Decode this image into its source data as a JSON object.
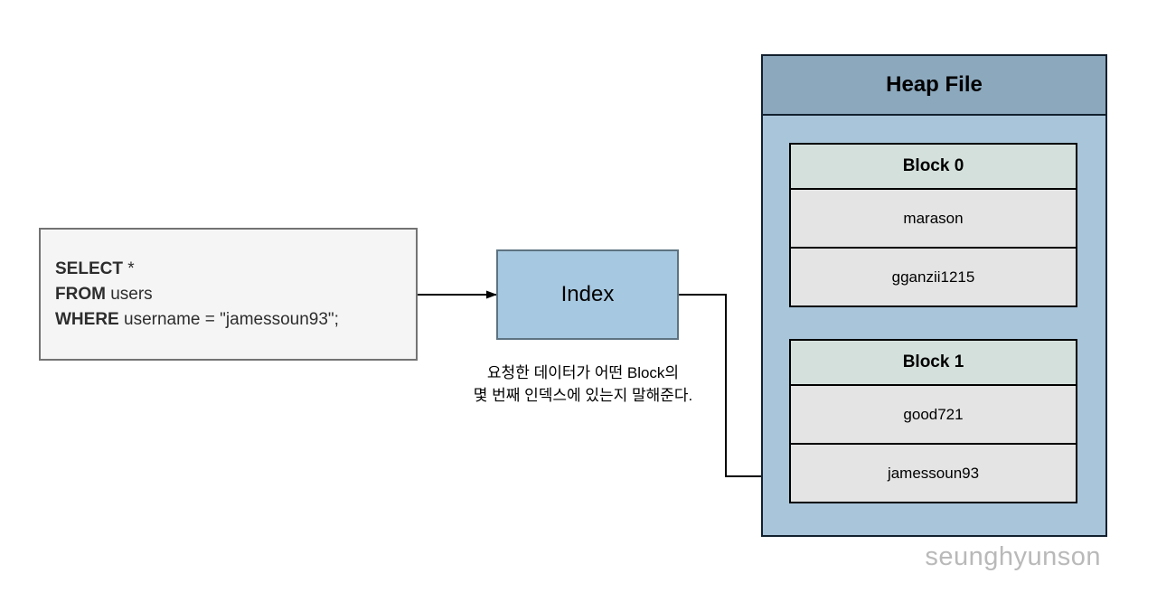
{
  "colors": {
    "sql_box_bg": "#f5f5f5",
    "sql_box_border": "#737373",
    "index_box_bg": "#a6c8e0",
    "index_box_border": "#5d7382",
    "heap_header_bg": "#8ca8bd",
    "heap_body_bg": "#a9c5da",
    "heap_border": "#12202e",
    "block_header_bg": "#d4e0dc",
    "block_row_bg": "#e4e4e4",
    "block_border": "#000000",
    "watermark_color": "#b9b9b9",
    "arrow_color": "#000000"
  },
  "query_box": {
    "lines": [
      {
        "keyword": "SELECT",
        "rest": " *"
      },
      {
        "keyword": "FROM",
        "rest": " users"
      },
      {
        "keyword": "WHERE",
        "rest": " username = \"jamessoun93\";"
      }
    ]
  },
  "index_box": {
    "label": "Index"
  },
  "index_caption": {
    "line1": "요청한 데이터가 어떤 Block의",
    "line2": "몇 번째 인덱스에 있는지 말해준다."
  },
  "heap_file": {
    "title": "Heap File",
    "blocks": [
      {
        "title": "Block 0",
        "rows": [
          "marason",
          "gganzii1215"
        ]
      },
      {
        "title": "Block 1",
        "rows": [
          "good721",
          "jamessoun93"
        ]
      }
    ]
  },
  "watermark": "seunghyunson"
}
